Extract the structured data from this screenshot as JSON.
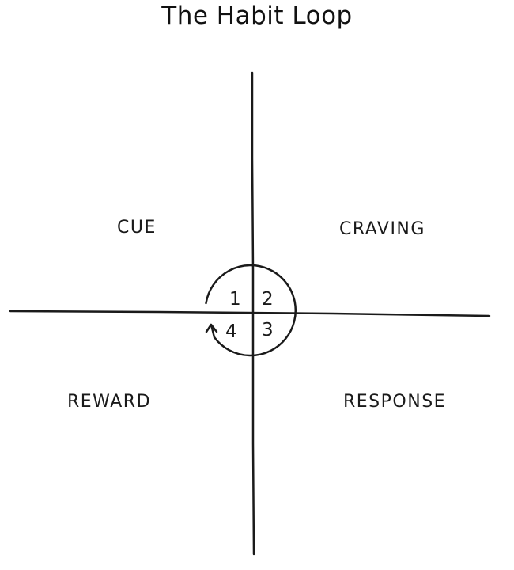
{
  "title": "The Habit Loop",
  "quadrants": {
    "top_left": "CUE",
    "top_right": "CRAVING",
    "bottom_left": "REWARD",
    "bottom_right": "RESPONSE"
  },
  "steps": [
    "1",
    "2",
    "3",
    "4"
  ],
  "colors": {
    "ink": "#1a1a1a",
    "background": "#ffffff"
  }
}
